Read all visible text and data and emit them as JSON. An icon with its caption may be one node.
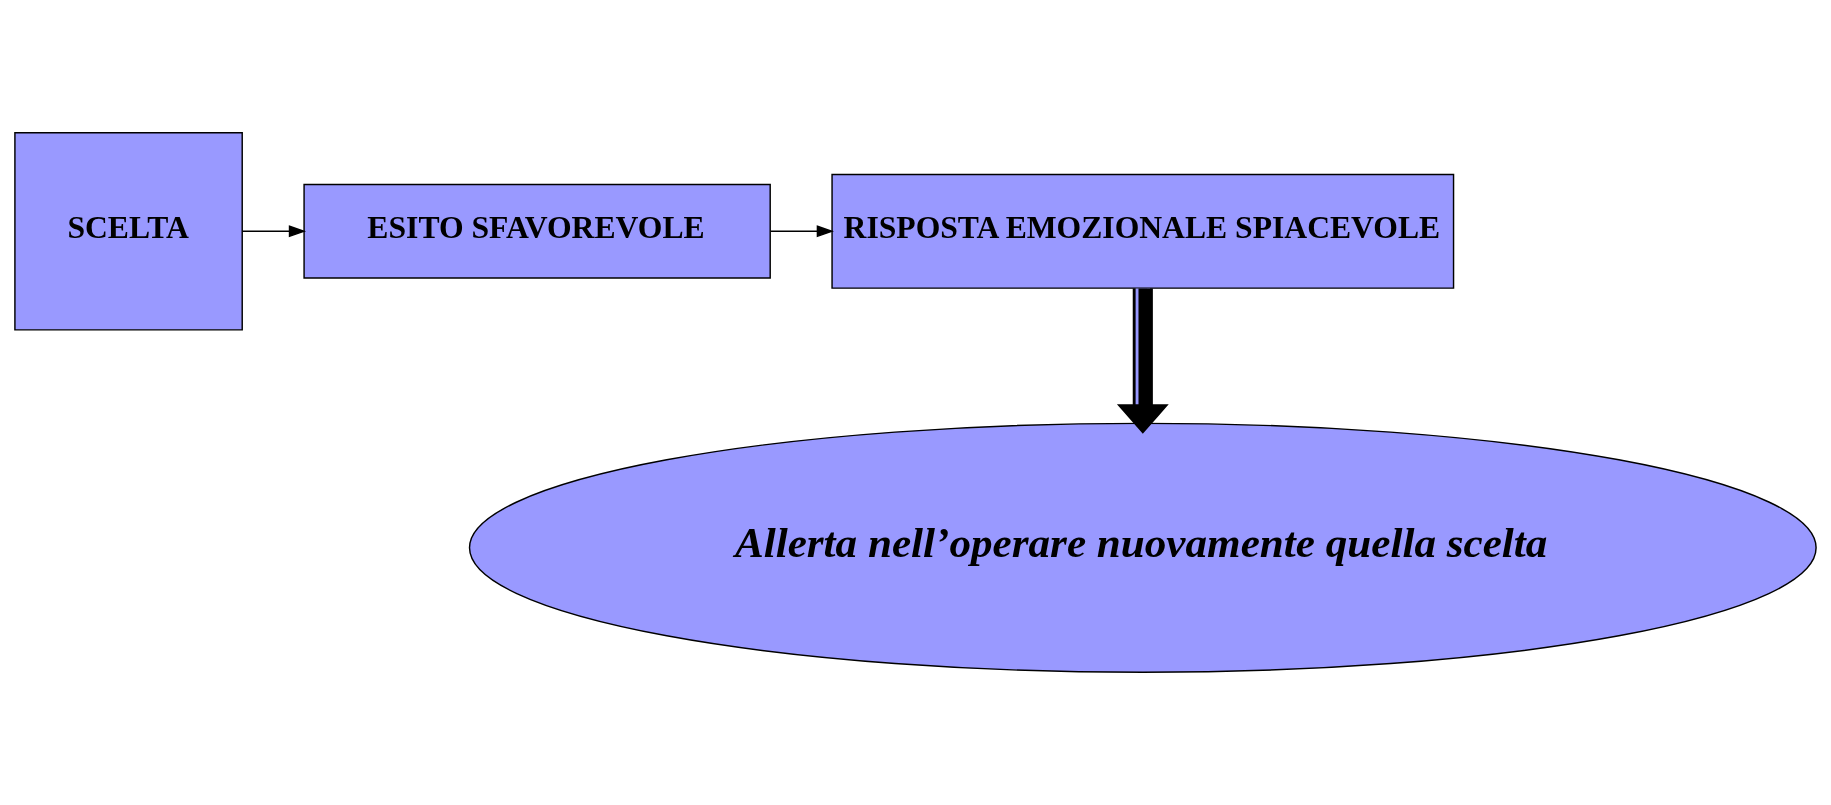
{
  "diagram": {
    "nodes": [
      {
        "text": [
          "SCELTA"
        ]
      },
      {
        "text": [
          "ESITO SFAVOREVOLE"
        ]
      },
      {
        "text": [
          "RISPOSTA EMOZIONALE SPIACEVOLE"
        ]
      },
      {
        "text": [
          "Allerta nell’operare nuovamente quella scelta"
        ]
      }
    ],
    "edges": [
      {
        "from": 0,
        "to": 1,
        "arrow": "to"
      },
      {
        "from": 1,
        "to": 2,
        "arrow": "to"
      },
      {
        "from": 2,
        "to": 3,
        "arrow": "to",
        "style": "thick"
      }
    ]
  }
}
